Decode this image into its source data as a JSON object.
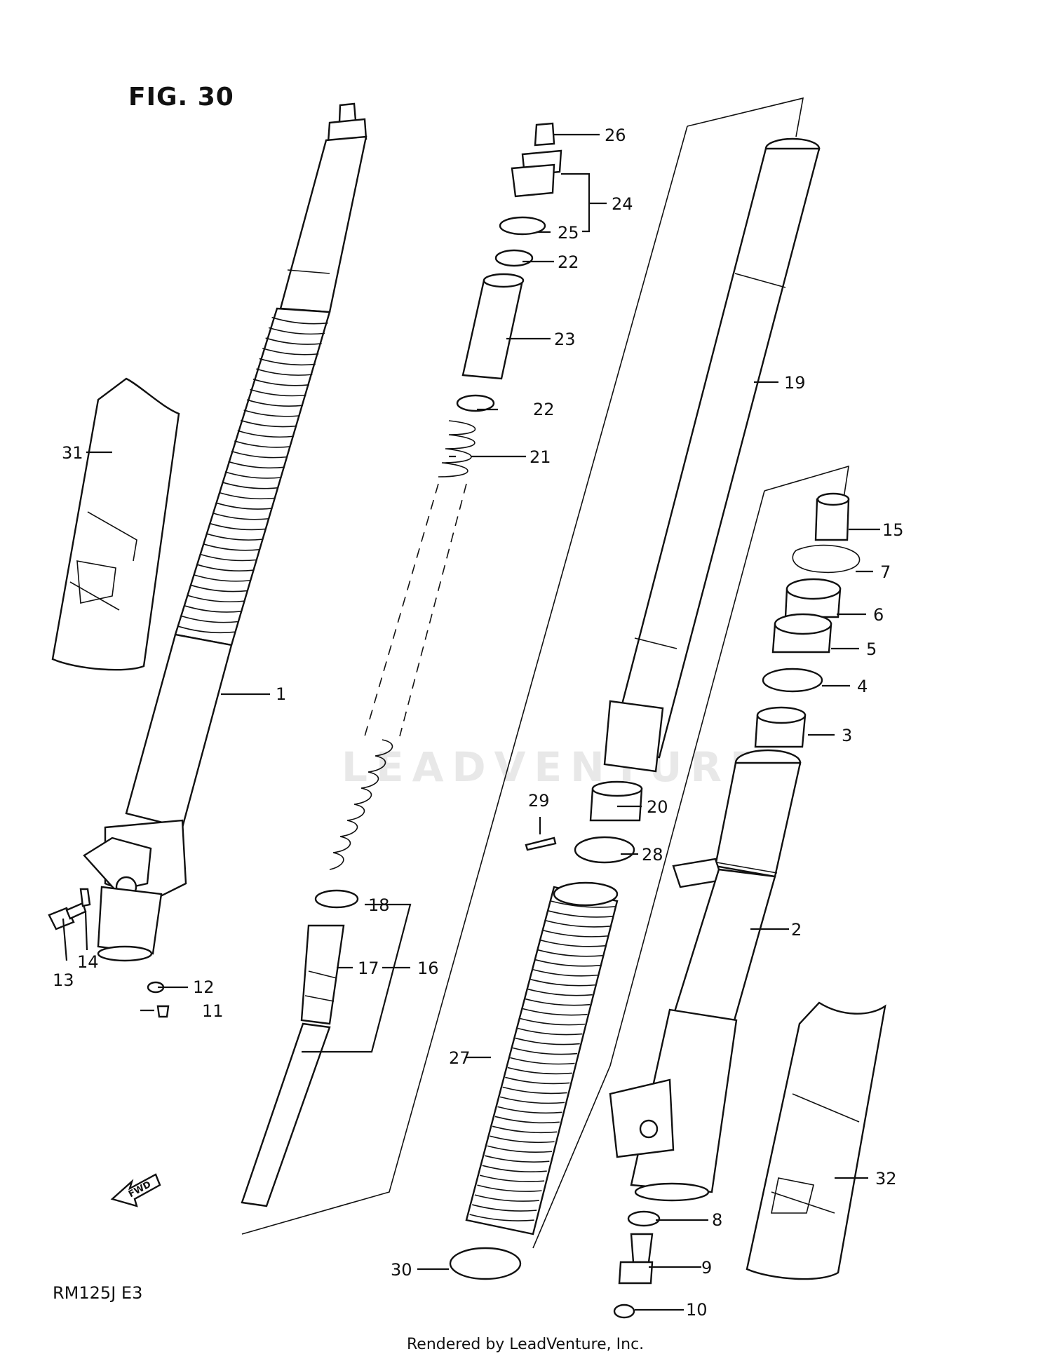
{
  "figure": {
    "title": "FIG. 30",
    "model": "RM125J  E3",
    "footer": "Rendered by LeadVenture, Inc.",
    "watermark": "LEADVENTURE",
    "fwd_label": "FWD"
  },
  "parts": [
    {
      "id": "1",
      "label": "1"
    },
    {
      "id": "2",
      "label": "2"
    },
    {
      "id": "3",
      "label": "3"
    },
    {
      "id": "4",
      "label": "4"
    },
    {
      "id": "5",
      "label": "5"
    },
    {
      "id": "6",
      "label": "6"
    },
    {
      "id": "7",
      "label": "7"
    },
    {
      "id": "8",
      "label": "8"
    },
    {
      "id": "9",
      "label": "9"
    },
    {
      "id": "10",
      "label": "10"
    },
    {
      "id": "11",
      "label": "11"
    },
    {
      "id": "12",
      "label": "12"
    },
    {
      "id": "13",
      "label": "13"
    },
    {
      "id": "14",
      "label": "14"
    },
    {
      "id": "15",
      "label": "15"
    },
    {
      "id": "16",
      "label": "16"
    },
    {
      "id": "17",
      "label": "17"
    },
    {
      "id": "18",
      "label": "18"
    },
    {
      "id": "19",
      "label": "19"
    },
    {
      "id": "20",
      "label": "20"
    },
    {
      "id": "21",
      "label": "21"
    },
    {
      "id": "22a",
      "label": "22"
    },
    {
      "id": "22b",
      "label": "22"
    },
    {
      "id": "23",
      "label": "23"
    },
    {
      "id": "24",
      "label": "24"
    },
    {
      "id": "25",
      "label": "25"
    },
    {
      "id": "26",
      "label": "26"
    },
    {
      "id": "27",
      "label": "27"
    },
    {
      "id": "28",
      "label": "28"
    },
    {
      "id": "29",
      "label": "29"
    },
    {
      "id": "30",
      "label": "30"
    },
    {
      "id": "31",
      "label": "31"
    },
    {
      "id": "32",
      "label": "32"
    }
  ]
}
